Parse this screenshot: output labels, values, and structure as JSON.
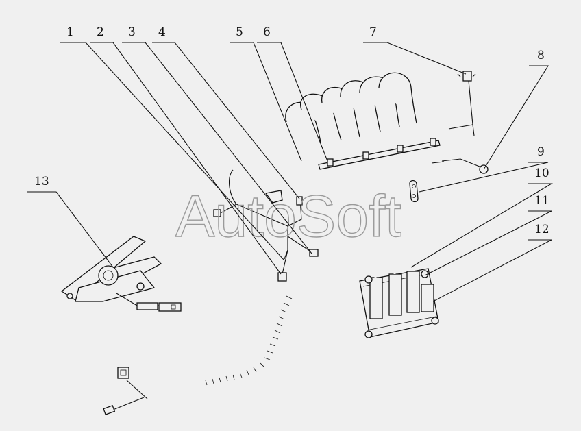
{
  "watermark": "AutoSoft",
  "callouts": [
    {
      "id": "1",
      "text": "1"
    },
    {
      "id": "2",
      "text": "2"
    },
    {
      "id": "3",
      "text": "3"
    },
    {
      "id": "4",
      "text": "4"
    },
    {
      "id": "5",
      "text": "5"
    },
    {
      "id": "6",
      "text": "6"
    },
    {
      "id": "7",
      "text": "7"
    },
    {
      "id": "8",
      "text": "8"
    },
    {
      "id": "9",
      "text": "9"
    },
    {
      "id": "10",
      "text": "10"
    },
    {
      "id": "11",
      "text": "11"
    },
    {
      "id": "12",
      "text": "12"
    },
    {
      "id": "13",
      "text": "13"
    }
  ]
}
